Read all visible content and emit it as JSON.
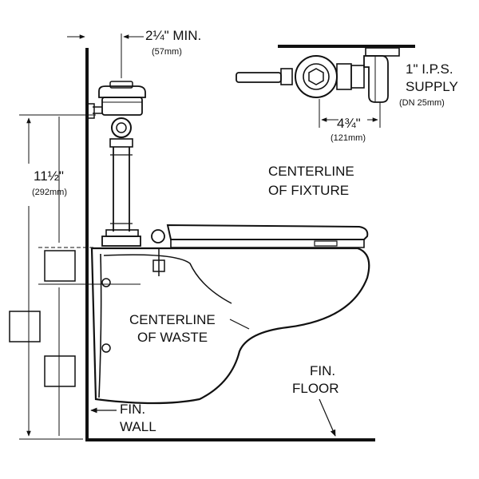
{
  "dimensions": {
    "min_offset": "2¼\" MIN.",
    "min_offset_mm": "(57mm)",
    "height": "11½\"",
    "height_mm": "(292mm)",
    "supply_offset": "4¾\"",
    "supply_offset_mm": "(121mm)"
  },
  "labels": {
    "supply_line1": "1\" I.P.S.",
    "supply_line2": "SUPPLY",
    "supply_line3": "(DN 25mm)",
    "fixture_line1": "CENTERLINE",
    "fixture_line2": "OF FIXTURE",
    "waste_line1": "CENTERLINE",
    "waste_line2": "OF WASTE",
    "floor_line1": "FIN.",
    "floor_line2": "FLOOR",
    "wall_line1": "FIN.",
    "wall_line2": "WALL"
  }
}
